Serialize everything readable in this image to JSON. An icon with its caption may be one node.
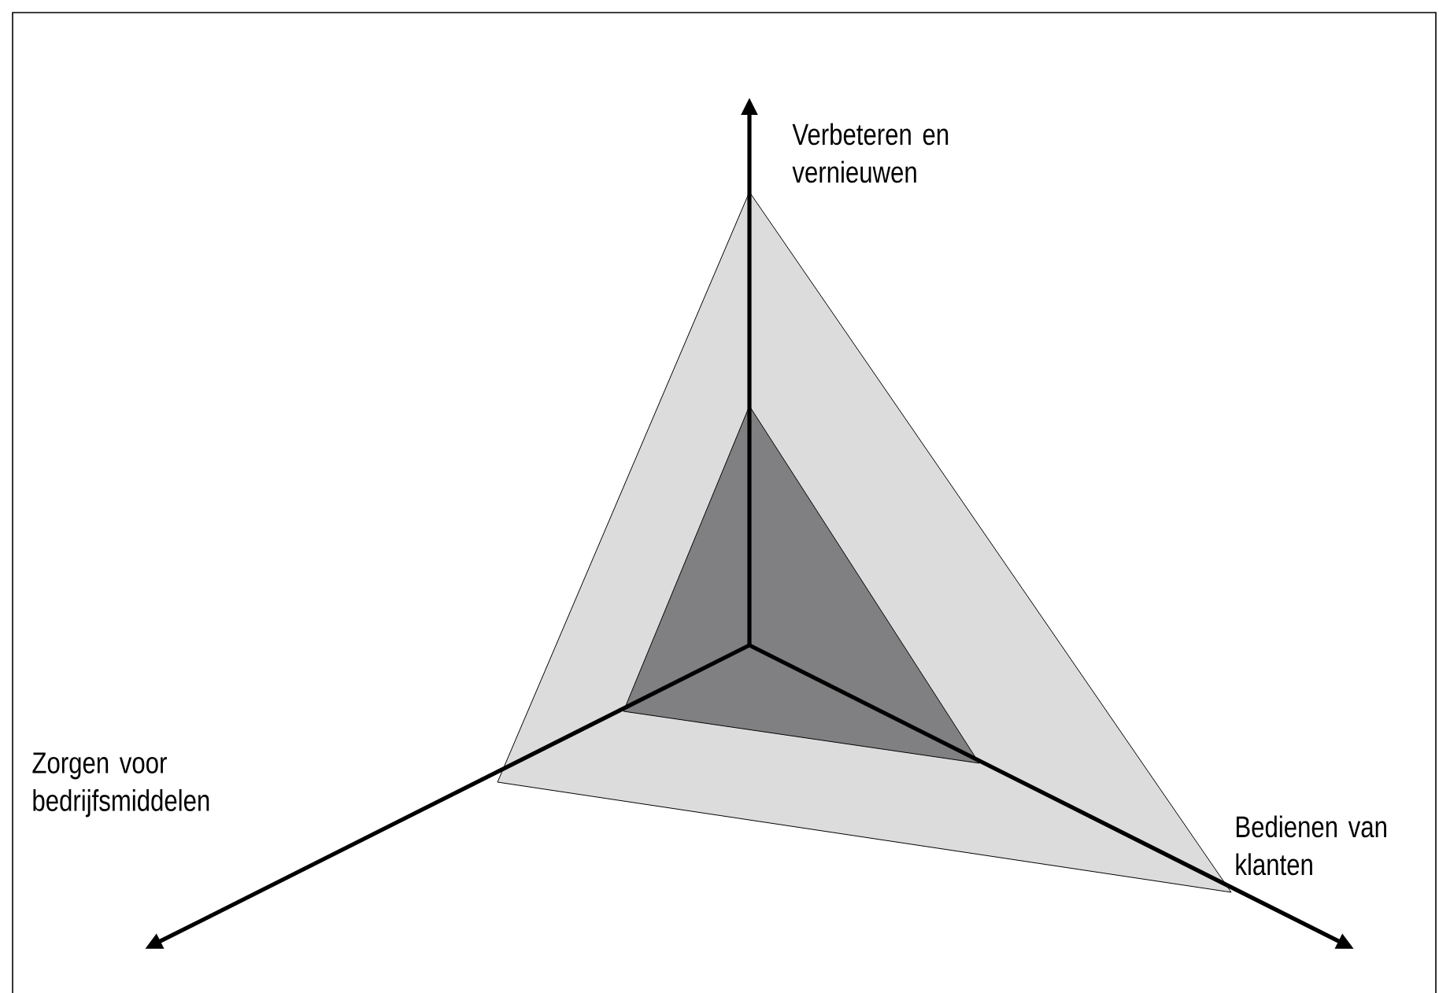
{
  "diagram": {
    "labels": [
      "Verbeteren en vernieuwen",
      "Zorgen voor bedrijfsmiddelen",
      "Bedienen van klanten"
    ]
  }
}
